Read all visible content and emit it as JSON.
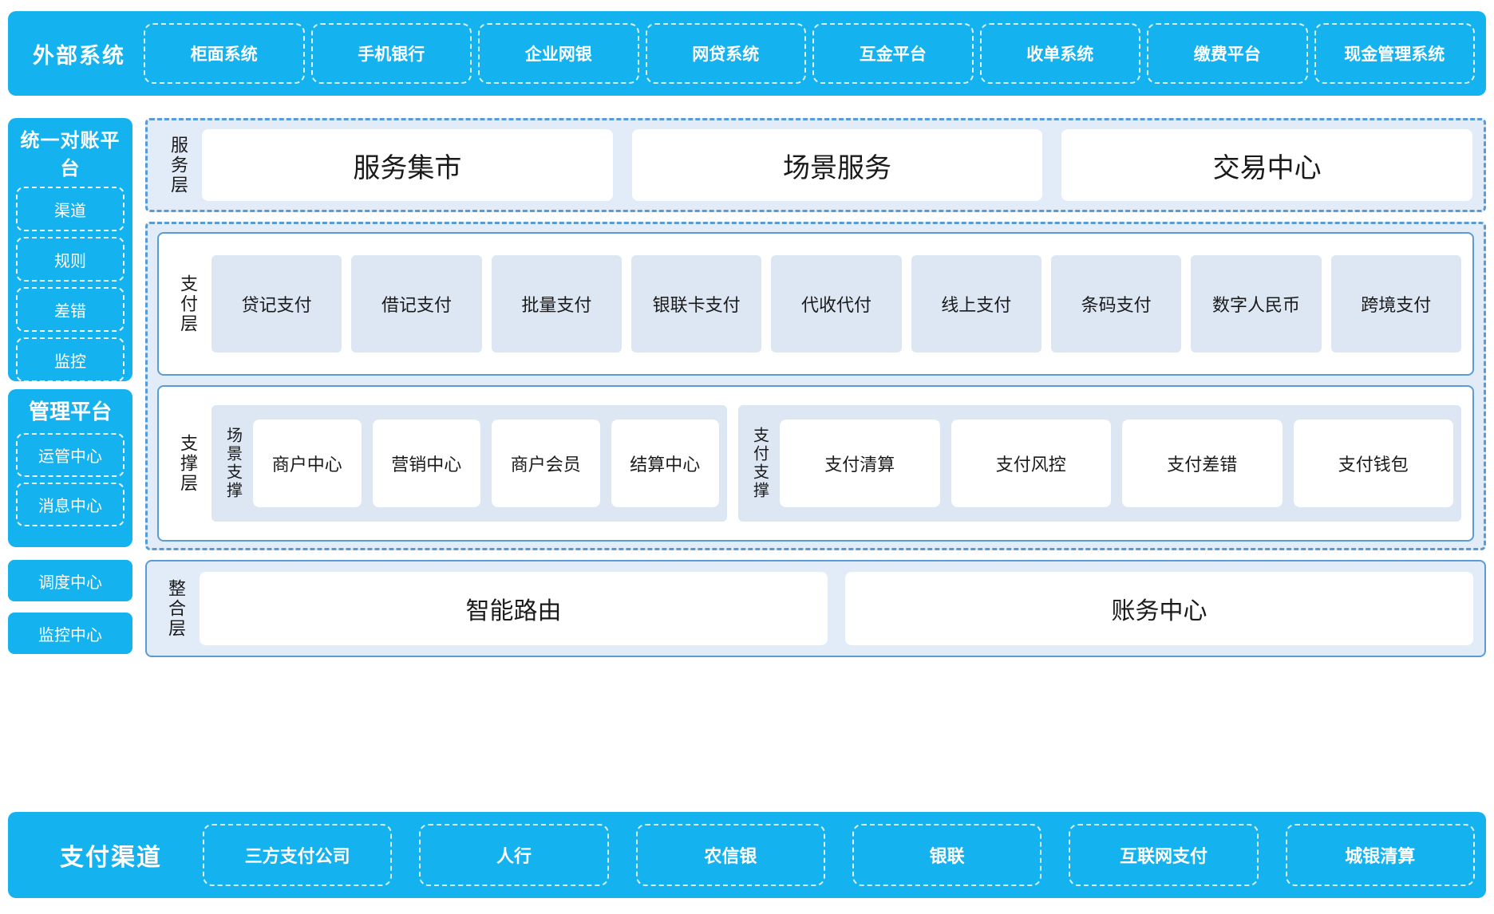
{
  "external_systems": {
    "title": "外部系统",
    "items": [
      "柜面系统",
      "手机银行",
      "企业网银",
      "网贷系统",
      "互金平台",
      "收单系统",
      "缴费平台",
      "现金管理系统"
    ]
  },
  "recon_platform": {
    "title": "统一对账平台",
    "items": [
      "渠道",
      "规则",
      "差错",
      "监控"
    ]
  },
  "manage_platform": {
    "title": "管理平台",
    "items": [
      "运管中心",
      "消息中心"
    ]
  },
  "side_boxes": [
    "调度中心",
    "监控中心"
  ],
  "service_layer": {
    "label": "服务层",
    "items": [
      "服务集市",
      "场景服务",
      "交易中心"
    ]
  },
  "payment_layer": {
    "label": "支付层",
    "items": [
      "贷记支付",
      "借记支付",
      "批量支付",
      "银联卡支付",
      "代收代付",
      "线上支付",
      "条码支付",
      "数字人民币",
      "跨境支付"
    ]
  },
  "support_layer": {
    "label": "支撑层",
    "groups": [
      {
        "label": "场景支撑",
        "items": [
          "商户中心",
          "营销中心",
          "商户会员",
          "结算中心"
        ]
      },
      {
        "label": "支付支撑",
        "items": [
          "支付清算",
          "支付风控",
          "支付差错",
          "支付钱包"
        ]
      }
    ]
  },
  "integration_layer": {
    "label": "整合层",
    "items": [
      "智能路由",
      "账务中心"
    ]
  },
  "payment_channels": {
    "title": "支付渠道",
    "items": [
      "三方支付公司",
      "人行",
      "农信银",
      "银联",
      "互联网支付",
      "城银清算"
    ]
  },
  "colors": {
    "brand_blue": "#14b2ee",
    "panel_blue": "#e2ecf8",
    "cell_blue": "#dde7f4",
    "border_blue": "#5b9bd5"
  }
}
